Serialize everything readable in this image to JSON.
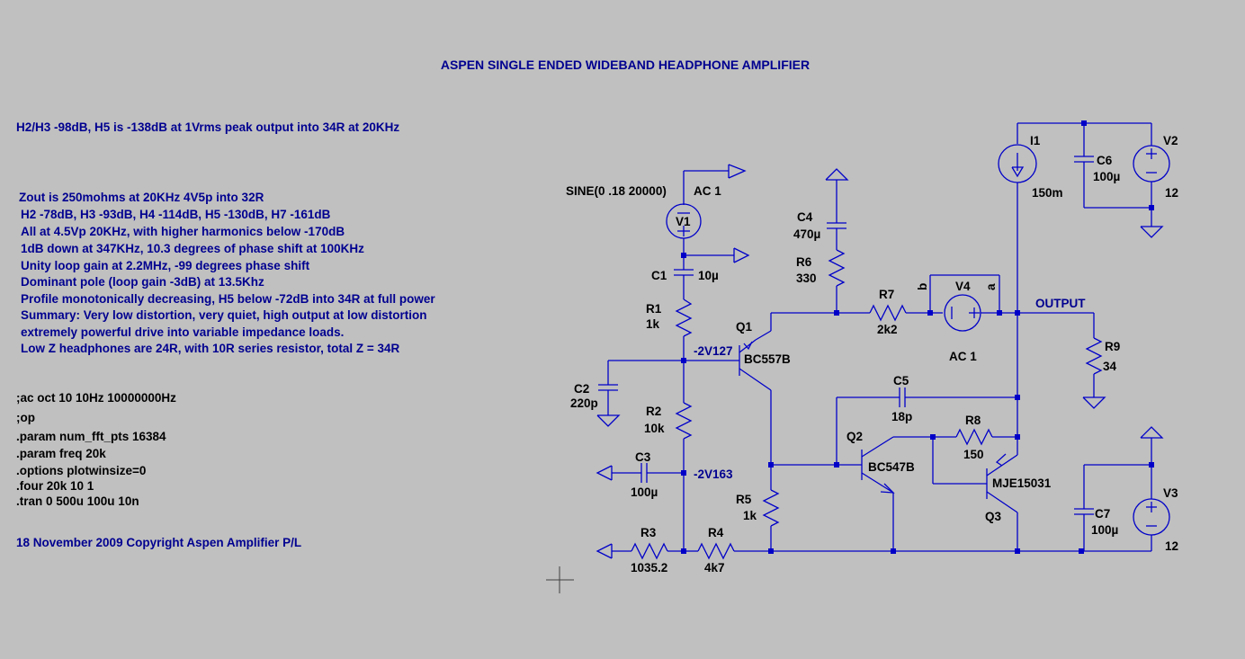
{
  "title": "ASPEN SINGLE ENDED WIDEBAND HEADPHONE AMPLIFIER",
  "headline": "H2/H3 -98dB, H5 is -138dB at 1Vrms peak output into 34R at 20KHz",
  "notes": [
    "Zout is 250mohms at 20KHz 4V5p into 32R",
    "H2 -78dB, H3 -93dB, H4 -114dB, H5 -130dB, H7 -161dB",
    "All at 4.5Vp 20KHz, with higher harmonics below -170dB",
    "1dB down at 347KHz, 10.3 degrees of phase shift at 100KHz",
    "Unity loop gain at 2.2MHz, -99 degrees phase shift",
    "Dominant pole (loop gain -3dB) at 13.5Khz",
    "Profile monotonically decreasing, H5 below -72dB into 34R at full power",
    "Summary:  Very low distortion, very quiet, high output at low distortion",
    "extremely powerful drive into variable impedance loads.",
    "Low Z headphones are 24R, with 10R series resistor, total Z = 34R"
  ],
  "directives": [
    ";ac oct 10 10Hz 10000000Hz",
    ";op",
    ".param num_fft_pts 16384",
    ".param freq 20k",
    ".options plotwinsize=0",
    ".four 20k 10 1",
    ".tran 0 500u 100u 10n"
  ],
  "copyright": "18 November 2009 Copyright Aspen Amplifier P/L",
  "components": {
    "V1": {
      "name": "V1",
      "value": "SINE(0 .18 20000)",
      "ac": "AC 1"
    },
    "C1": {
      "name": "C1",
      "value": "10µ"
    },
    "R1": {
      "name": "R1",
      "value": "1k"
    },
    "C2": {
      "name": "C2",
      "value": "220p"
    },
    "R2": {
      "name": "R2",
      "value": "10k"
    },
    "C3": {
      "name": "C3",
      "value": "100µ"
    },
    "R3": {
      "name": "R3",
      "value": "1035.2"
    },
    "R4": {
      "name": "R4",
      "value": "4k7"
    },
    "Q1": {
      "name": "Q1",
      "value": "BC557B"
    },
    "C4": {
      "name": "C4",
      "value": "470µ"
    },
    "R6": {
      "name": "R6",
      "value": "330"
    },
    "R7": {
      "name": "R7",
      "value": "2k2"
    },
    "V4": {
      "name": "V4",
      "value": "AC 1",
      "pin_b": "b",
      "pin_a": "a"
    },
    "R5": {
      "name": "R5",
      "value": "1k"
    },
    "Q2": {
      "name": "Q2",
      "value": "BC547B"
    },
    "C5": {
      "name": "C5",
      "value": "18p"
    },
    "R8": {
      "name": "R8",
      "value": "150"
    },
    "Q3": {
      "name": "Q3",
      "value": "MJE15031"
    },
    "I1": {
      "name": "I1",
      "value": "150m"
    },
    "C6": {
      "name": "C6",
      "value": "100µ"
    },
    "V2": {
      "name": "V2",
      "value": "12"
    },
    "R9": {
      "name": "R9",
      "value": "34"
    },
    "C7": {
      "name": "C7",
      "value": "100µ"
    },
    "V3": {
      "name": "V3",
      "value": "12"
    }
  },
  "nodes": {
    "base_q1": "-2V127",
    "mid_bias": "-2V163",
    "output": "OUTPUT"
  }
}
